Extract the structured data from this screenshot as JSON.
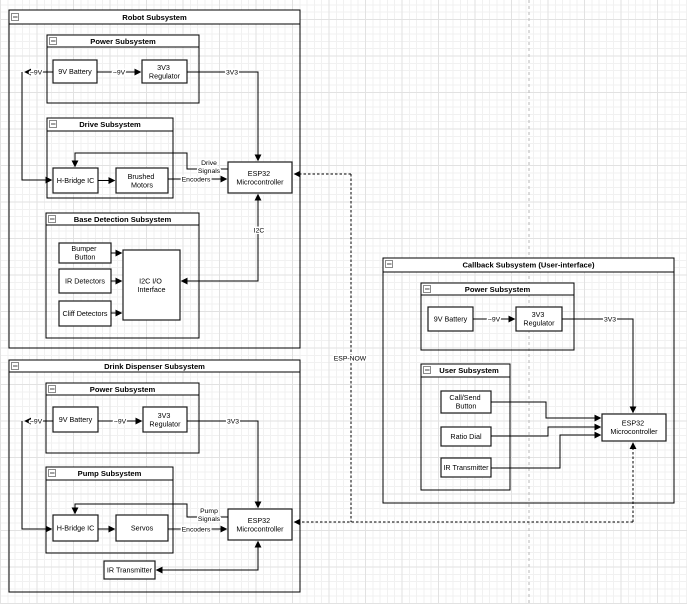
{
  "colors": {
    "stroke": "#000000",
    "grid_minor": "#f1f1f1",
    "grid_major": "#e2e2e2",
    "page_break": "#b9b9b9",
    "box_fill": "#ffffff"
  },
  "robot": {
    "title": "Robot Subsystem",
    "power": {
      "title": "Power Subsystem",
      "battery": "9V Battery",
      "regulator": [
        "3V3",
        "Regulator"
      ]
    },
    "drive": {
      "title": "Drive Subsystem",
      "hbridge": "H-Bridge IC",
      "motors": [
        "Brushed",
        "Motors"
      ]
    },
    "base": {
      "title": "Base Detection Subsystem",
      "bumper": [
        "Bumper",
        "Button"
      ],
      "ir_detectors": "IR Detectors",
      "cliff_detectors": "Cliff Detectors",
      "i2c_interface": [
        "I2C I/O",
        "Interface"
      ]
    },
    "esp32": [
      "ESP32",
      "Microcontroller"
    ],
    "labels": {
      "v9_out": "~9V",
      "v9_mid": "~9V",
      "v33": "3V3",
      "drive_l1": "Drive",
      "drive_l2": "Signals",
      "encoders": "Encoders",
      "i2c": "I2C"
    }
  },
  "dispenser": {
    "title": "Drink Dispenser Subsystem",
    "power": {
      "title": "Power Subsystem",
      "battery": "9V Battery",
      "regulator": [
        "3V3",
        "Regulator"
      ]
    },
    "pump": {
      "title": "Pump Subsystem",
      "hbridge": "H-Bridge IC",
      "servos": "Servos"
    },
    "esp32": [
      "ESP32",
      "Microcontroller"
    ],
    "ir_transmitter": "IR Transmitter",
    "labels": {
      "v9_out": "~9V",
      "v9_mid": "~9V",
      "v33": "3V3",
      "pump_l1": "Pump",
      "pump_l2": "Signals",
      "encoders": "Encoders"
    }
  },
  "callback": {
    "title": "Callback Subsystem (User-interface)",
    "power": {
      "title": "Power Subsystem",
      "battery": "9V Battery",
      "regulator": [
        "3V3",
        "Regulator"
      ]
    },
    "user": {
      "title": "User Subsystem",
      "call_send": [
        "Call/Send",
        "Button"
      ],
      "ratio_dial": "Ratio Dial",
      "ir_transmitter": "IR Transmitter"
    },
    "esp32": [
      "ESP32",
      "Microcontroller"
    ],
    "labels": {
      "v9_mid": "~9V",
      "v33": "3V3"
    }
  },
  "network": {
    "esp_now": "ESP-NOW"
  }
}
